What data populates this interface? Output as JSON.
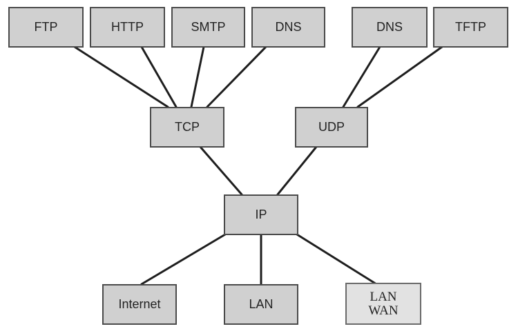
{
  "diagram": {
    "application_layer": [
      "FTP",
      "HTTP",
      "SMTP",
      "DNS",
      "DNS",
      "TFTP"
    ],
    "transport_layer": [
      "TCP",
      "UDP"
    ],
    "network_layer": "IP",
    "link_layer": [
      "Internet",
      "LAN",
      "LAN",
      "WAN"
    ]
  },
  "edges": [
    [
      "FTP",
      "TCP"
    ],
    [
      "HTTP",
      "TCP"
    ],
    [
      "SMTP",
      "TCP"
    ],
    [
      "DNS",
      "TCP"
    ],
    [
      "DNS",
      "UDP"
    ],
    [
      "TFTP",
      "UDP"
    ],
    [
      "TCP",
      "IP"
    ],
    [
      "UDP",
      "IP"
    ],
    [
      "IP",
      "Internet"
    ],
    [
      "IP",
      "LAN"
    ],
    [
      "IP",
      "LAN WAN"
    ]
  ],
  "colors": {
    "box_fill": "#d0d0d0",
    "box_border": "#4a4a4a",
    "line": "#1e1e1e"
  }
}
